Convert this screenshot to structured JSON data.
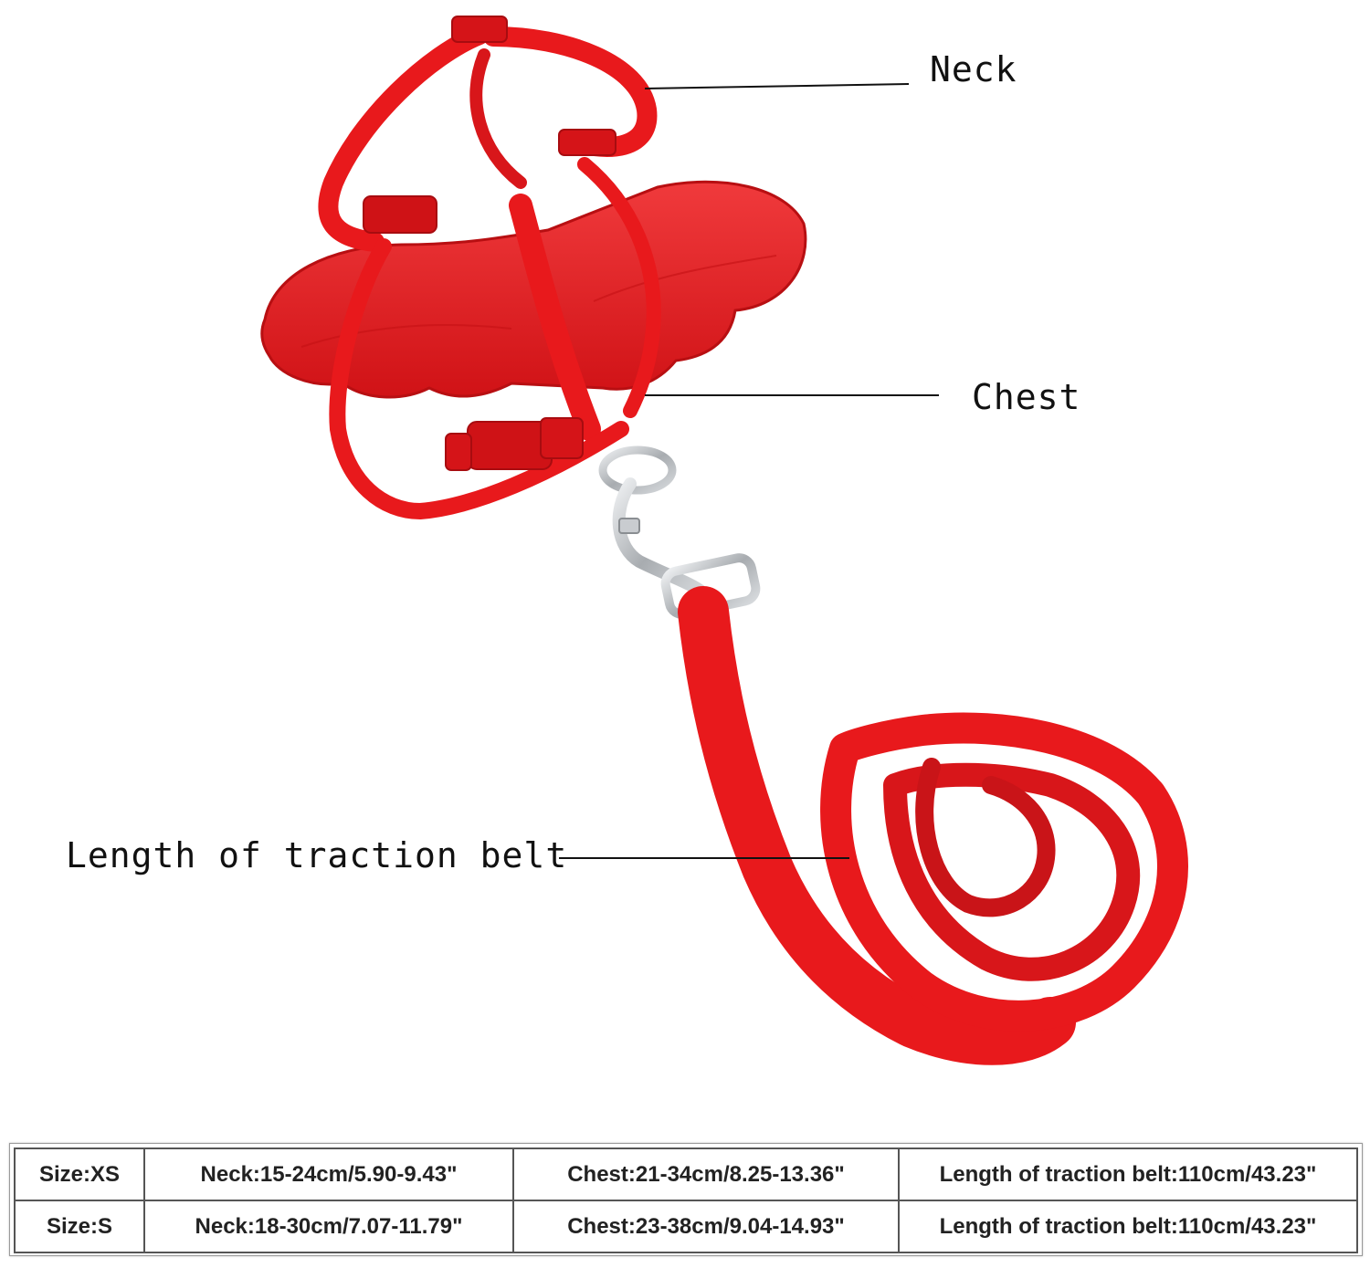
{
  "labels": {
    "neck": "Neck",
    "chest": "Chest",
    "traction": "Length of traction belt"
  },
  "size_table": {
    "rows": [
      {
        "size": "Size:XS",
        "neck": "Neck:15-24cm/5.90-9.43\"",
        "chest": "Chest:21-34cm/8.25-13.36\"",
        "traction": "Length of traction belt:110cm/43.23\""
      },
      {
        "size": "Size:S",
        "neck": "Neck:18-30cm/7.07-11.79\"",
        "chest": "Chest:23-38cm/9.04-14.93\"",
        "traction": "Length of traction belt:110cm/43.23\""
      }
    ]
  },
  "colors": {
    "strap": "#e8191c",
    "strap_shadow": "#b80f12",
    "metal": "#b9bcc0"
  }
}
